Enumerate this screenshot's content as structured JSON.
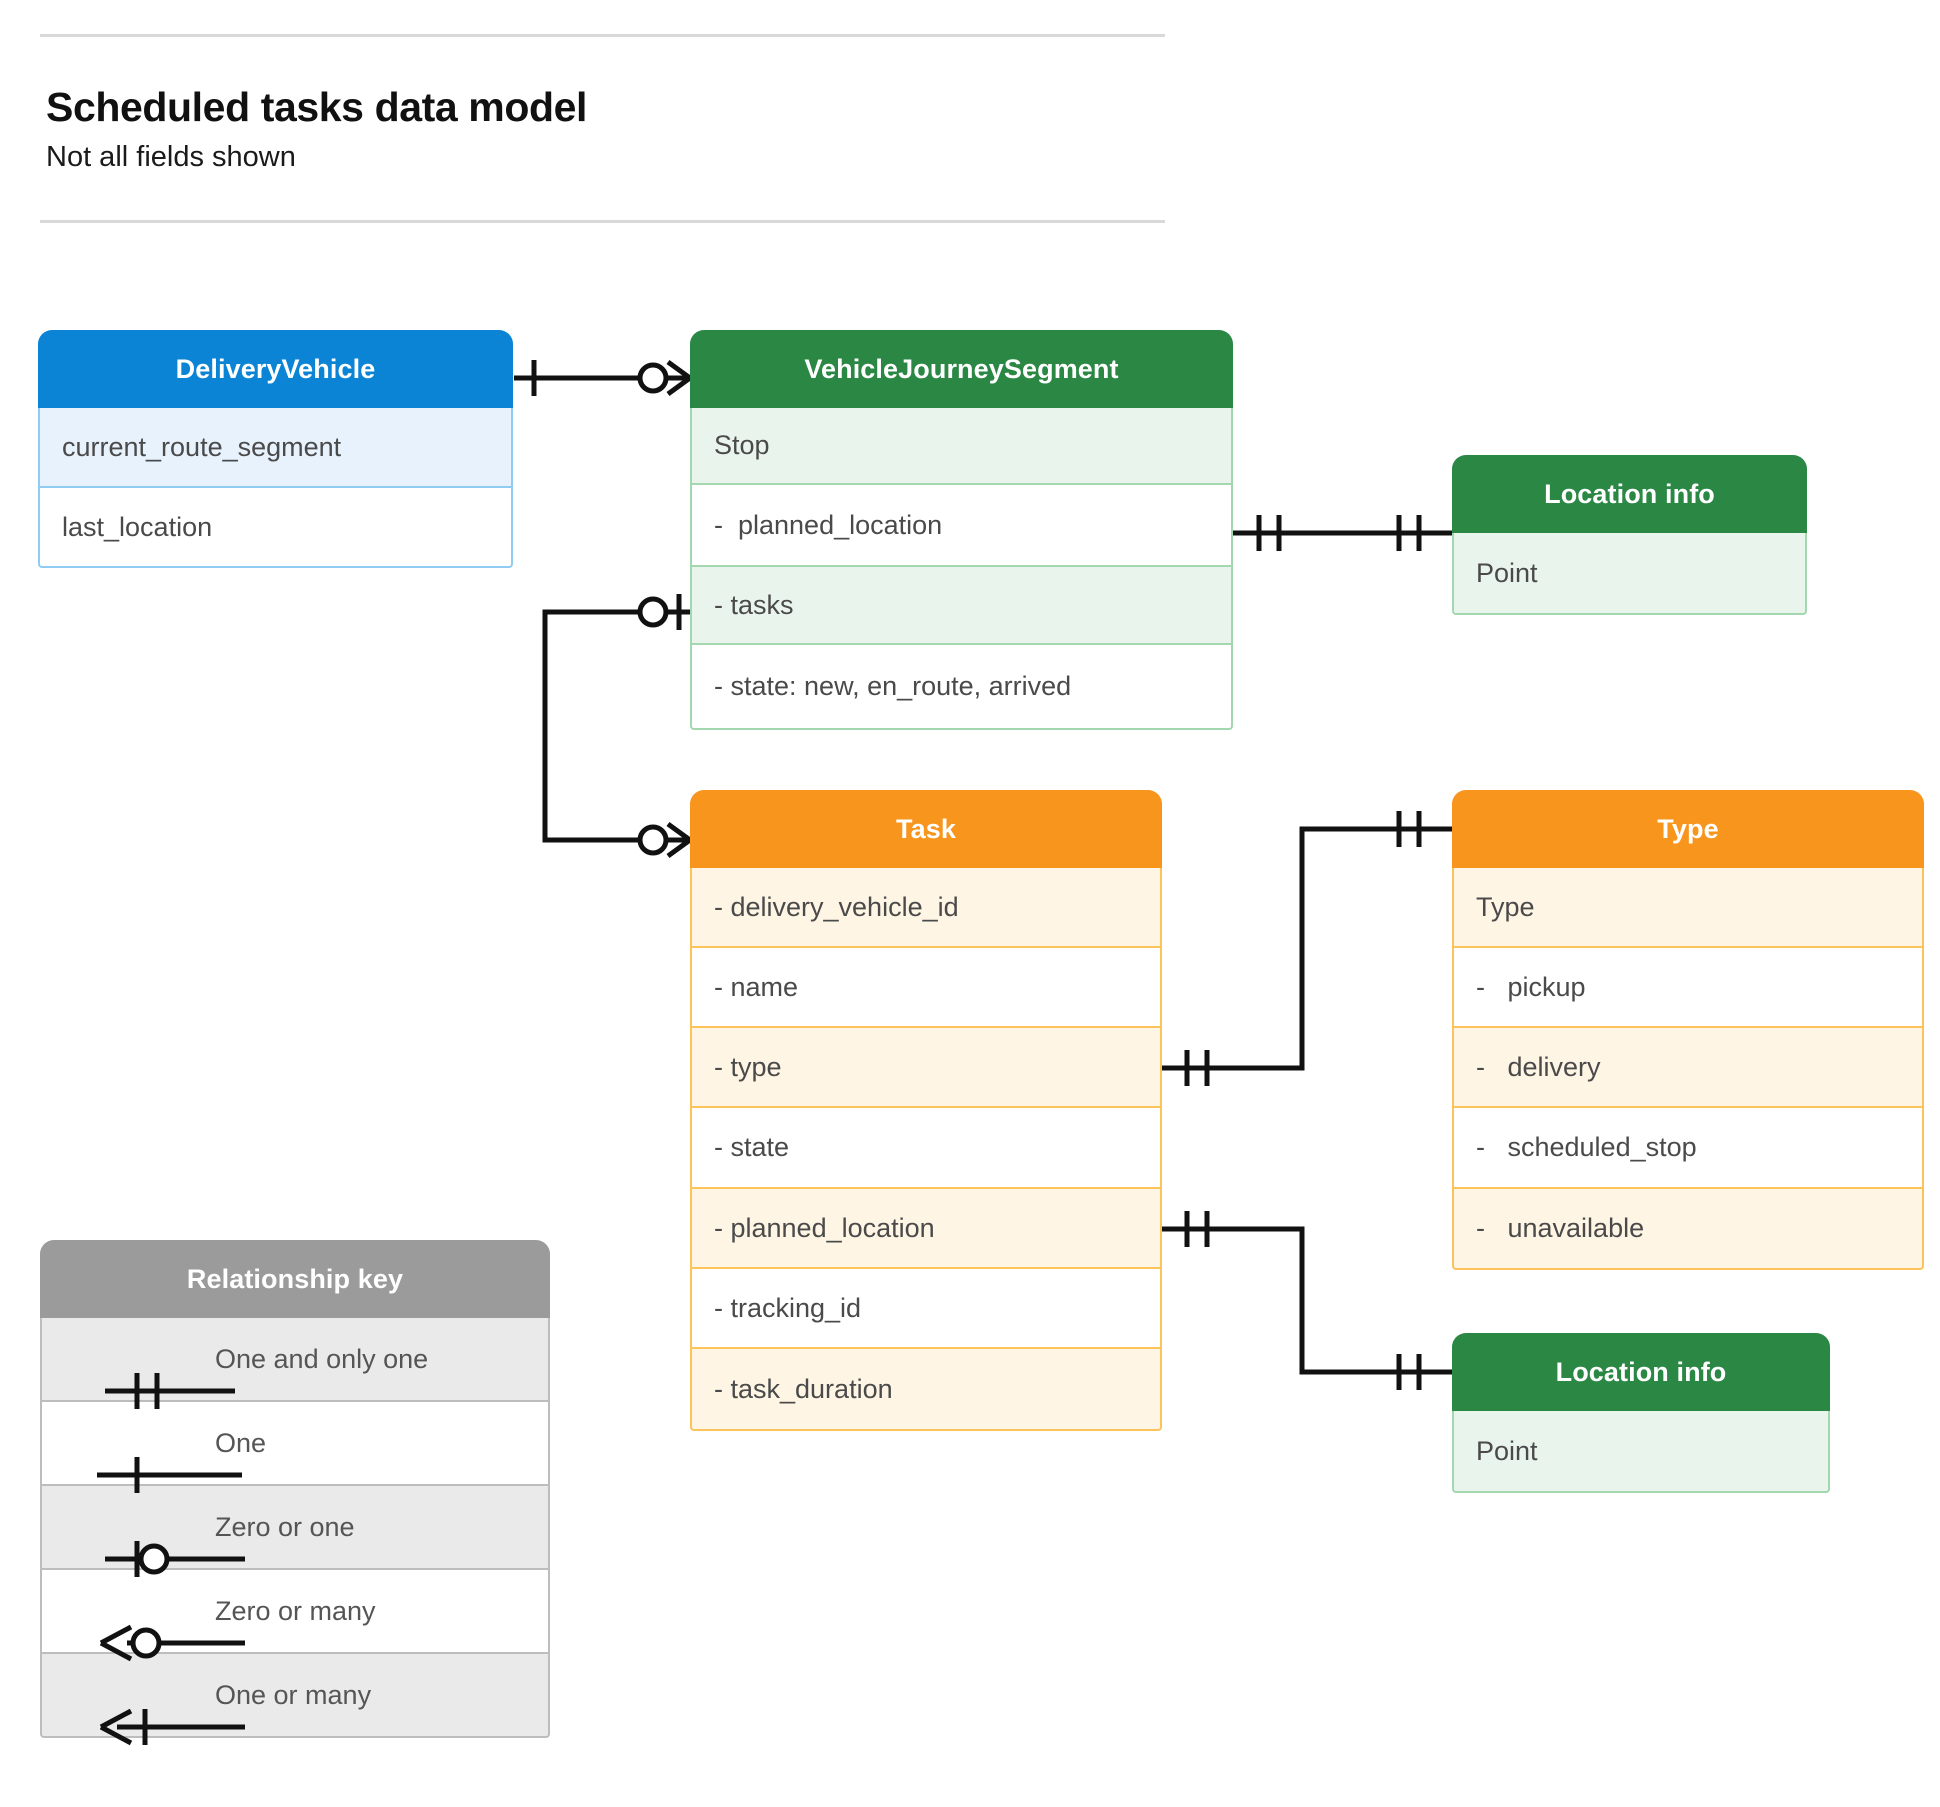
{
  "header": {
    "title": "Scheduled tasks data model",
    "subtitle": "Not all fields shown"
  },
  "entities": {
    "delivery_vehicle": {
      "title": "DeliveryVehicle",
      "color": "#0b84d5",
      "rows": [
        "current_route_segment",
        "last_location"
      ]
    },
    "vehicle_journey_segment": {
      "title": "VehicleJourneySegment",
      "color": "#2a8744",
      "rows": [
        "Stop",
        "-  planned_location",
        "- tasks",
        "- state: new, en_route, arrived"
      ]
    },
    "location_info_top": {
      "title": "Location info",
      "color": "#2a8744",
      "rows": [
        "Point"
      ]
    },
    "location_info_bottom": {
      "title": "Location info",
      "color": "#2a8744",
      "rows": [
        "Point"
      ]
    },
    "task": {
      "title": "Task",
      "color": "#f8951d",
      "rows": [
        "- delivery_vehicle_id",
        "- name",
        "- type",
        "- state",
        "- planned_location",
        "- tracking_id",
        "- task_duration"
      ]
    },
    "type": {
      "title": "Type",
      "color": "#f8951d",
      "rows": [
        "Type",
        "-   pickup",
        "-   delivery",
        "-   scheduled_stop",
        "-   unavailable"
      ]
    }
  },
  "legend": {
    "title": "Relationship key",
    "items": [
      {
        "symbol": "one-and-only-one",
        "label": "One and only one"
      },
      {
        "symbol": "one",
        "label": "One"
      },
      {
        "symbol": "zero-or-one",
        "label": "Zero or one"
      },
      {
        "symbol": "zero-or-many",
        "label": "Zero or many"
      },
      {
        "symbol": "one-or-many",
        "label": "One or many"
      }
    ]
  },
  "relationships": [
    {
      "from": "DeliveryVehicle",
      "to": "VehicleJourneySegment",
      "from_cardinality": "one",
      "to_cardinality": "zero-or-many"
    },
    {
      "from": "VehicleJourneySegment.planned_location",
      "to": "Location info",
      "from_cardinality": "one-and-only-one",
      "to_cardinality": "one-and-only-one"
    },
    {
      "from": "VehicleJourneySegment.tasks",
      "to": "Task",
      "from_cardinality": "zero-or-one",
      "to_cardinality": "zero-or-many"
    },
    {
      "from": "Task.type",
      "to": "Type",
      "from_cardinality": "one-and-only-one",
      "to_cardinality": "one-and-only-one"
    },
    {
      "from": "Task.planned_location",
      "to": "Location info",
      "from_cardinality": "one-and-only-one",
      "to_cardinality": "one-and-only-one"
    }
  ]
}
